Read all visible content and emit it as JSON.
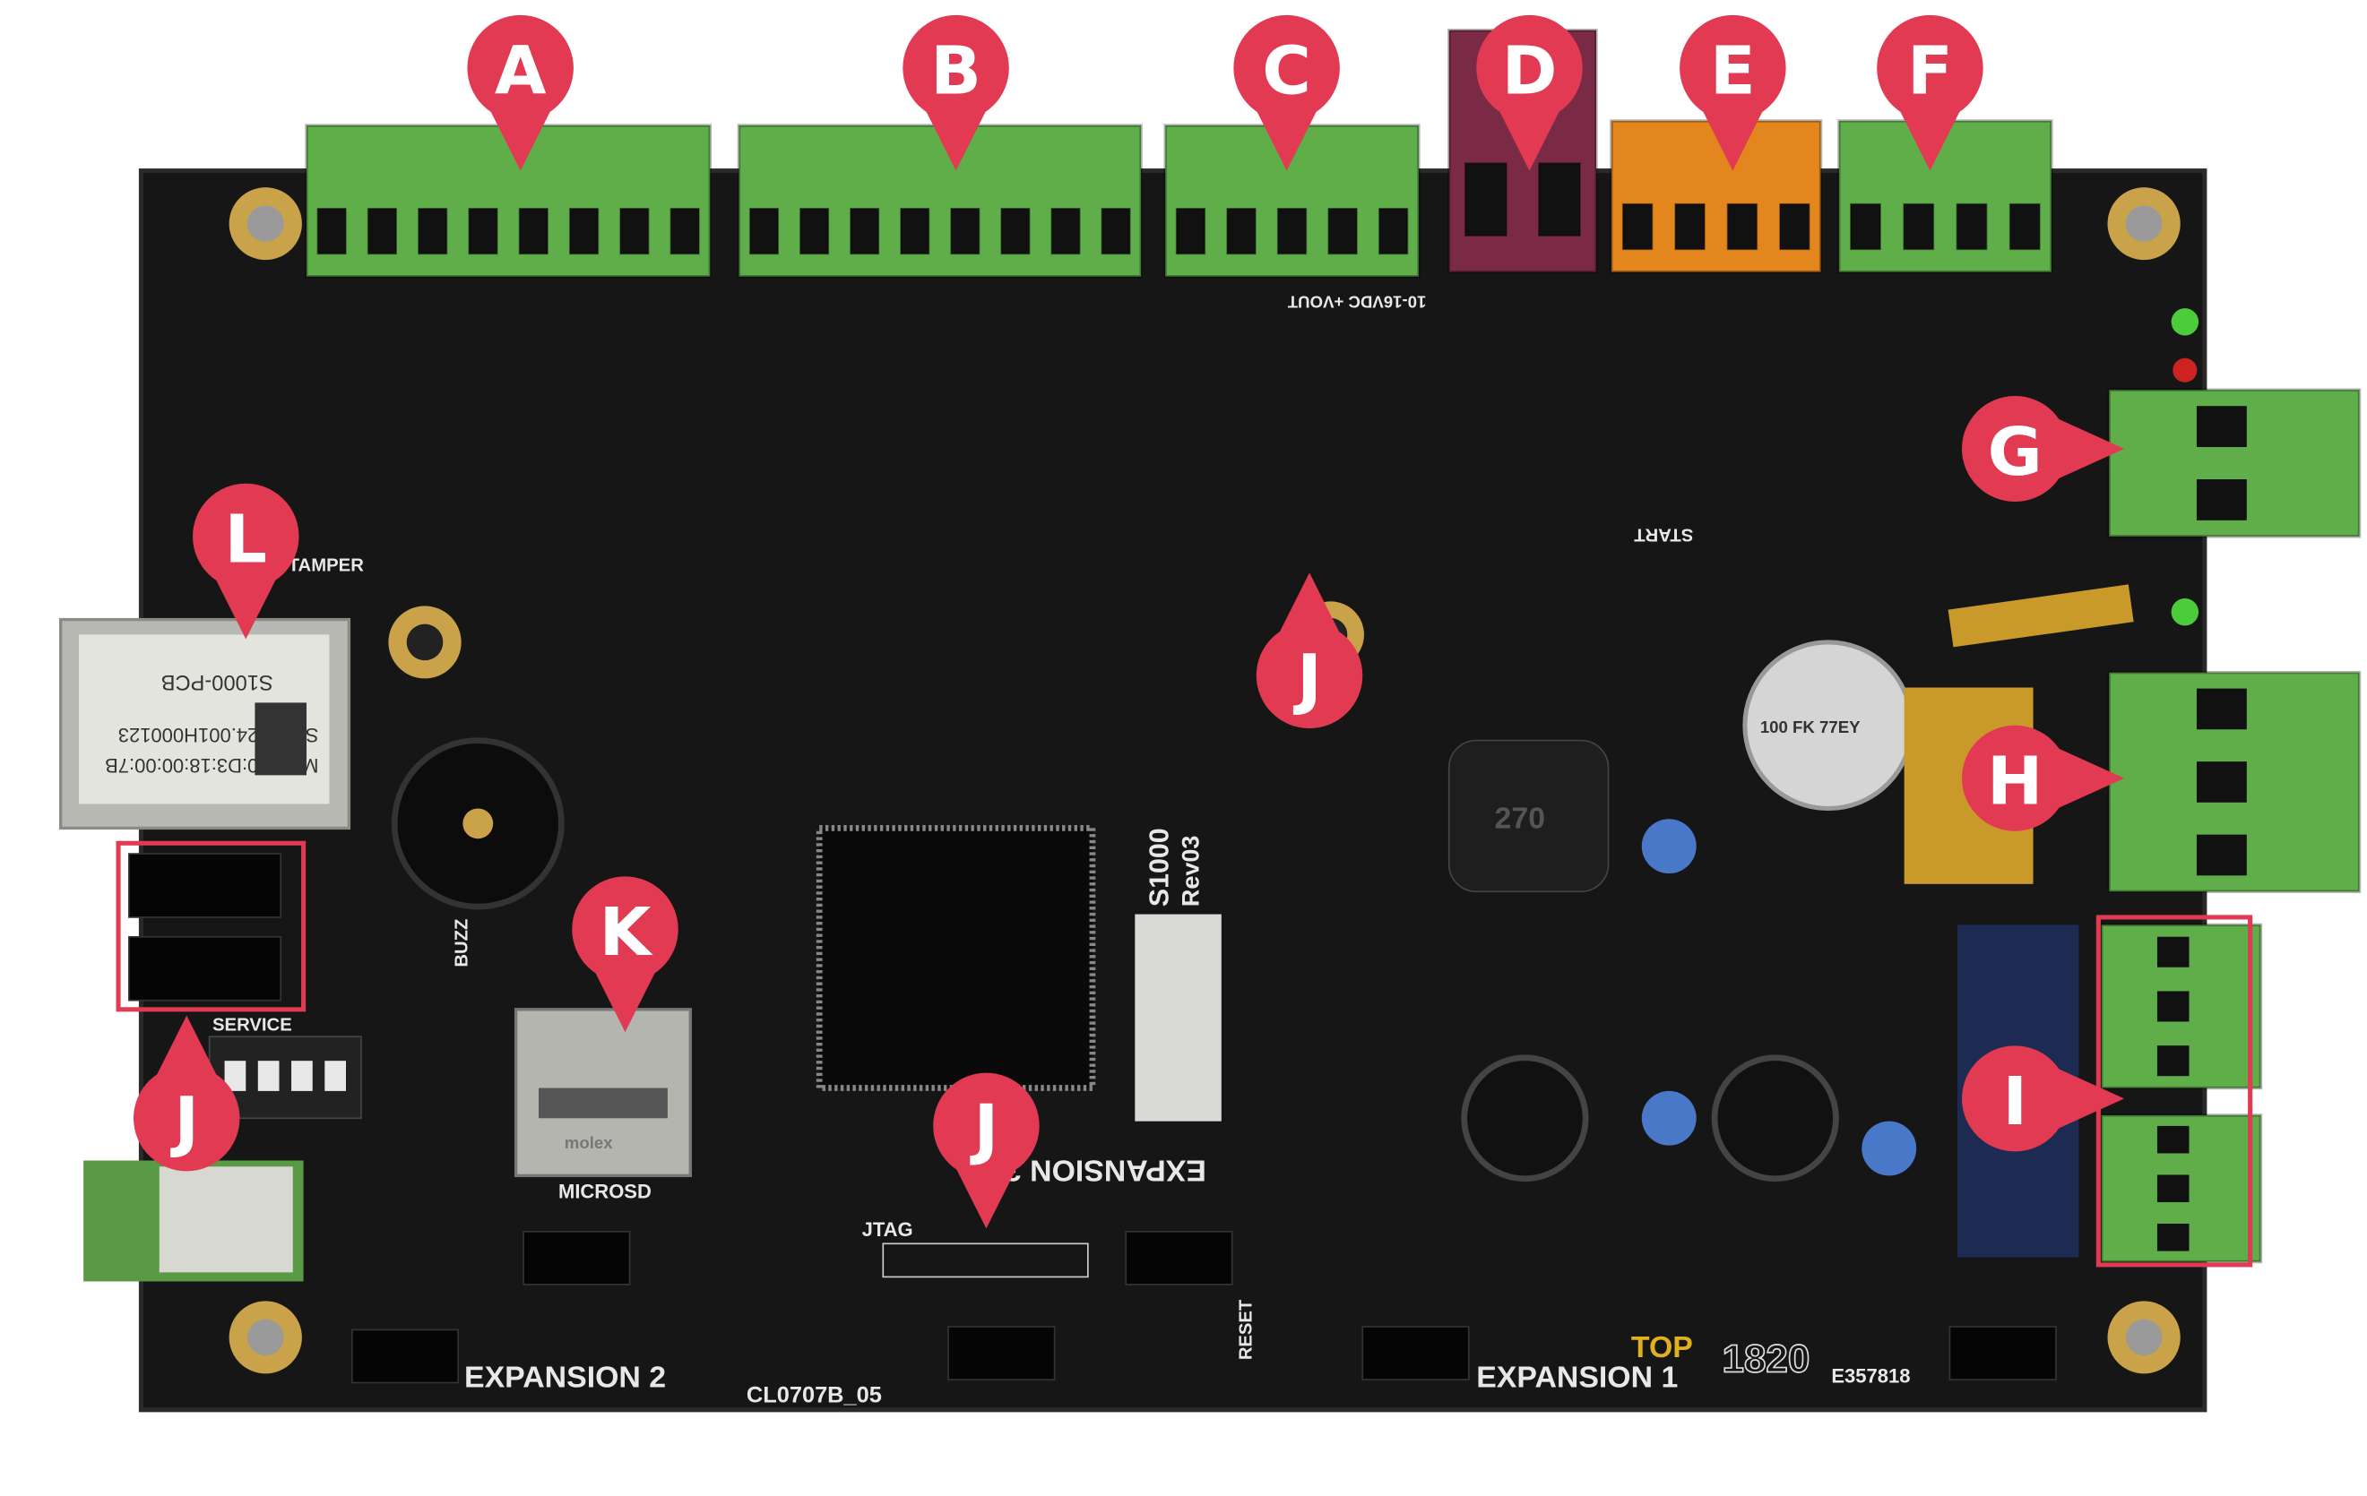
{
  "colors": {
    "board": "#161616",
    "terminal_green": "#5fae4a",
    "terminal_maroon": "#7a2a44",
    "terminal_orange": "#e3861e",
    "marker": "#e23a52",
    "highlight": "#e23a52",
    "gold": "#c9a24a"
  },
  "markers": [
    {
      "id": "A",
      "label": "A",
      "points": "down"
    },
    {
      "id": "B",
      "label": "B",
      "points": "down"
    },
    {
      "id": "C",
      "label": "C",
      "points": "down"
    },
    {
      "id": "D",
      "label": "D",
      "points": "down"
    },
    {
      "id": "E",
      "label": "E",
      "points": "down"
    },
    {
      "id": "F",
      "label": "F",
      "points": "down"
    },
    {
      "id": "G",
      "label": "G",
      "points": "right"
    },
    {
      "id": "H",
      "label": "H",
      "points": "right"
    },
    {
      "id": "I",
      "label": "I",
      "points": "right"
    },
    {
      "id": "J1",
      "label": "J",
      "points": "up"
    },
    {
      "id": "J2",
      "label": "J",
      "points": "up"
    },
    {
      "id": "J3",
      "label": "J",
      "points": "down"
    },
    {
      "id": "K",
      "label": "K",
      "points": "down"
    },
    {
      "id": "L",
      "label": "L",
      "points": "down"
    }
  ],
  "silkscreen": {
    "model": "S1000",
    "rev": "Rev03",
    "expansion1": "EXPANSION 1",
    "expansion2": "EXPANSION 2",
    "expansion3": "EXPANSION 3",
    "microsd": "MICROSD",
    "jtag": "JTAG",
    "pcb_code": "CL0707B_05",
    "top": "TOP",
    "serial_code": "E357818",
    "service": "SERVICE",
    "buzz": "BUZZ",
    "reset": "RESET",
    "start": "START",
    "tamper": "TAMPER",
    "date_code": "1820",
    "vout": "10-16VDC +VOUT",
    "molex": "molex"
  },
  "ethernet_label": {
    "mac": "MAC:00:D3:18:00:00:7B",
    "sn": "S/N:1824.001H000123",
    "product": "S1000-PCB"
  },
  "components": {
    "inductor1": "270",
    "capacitor": "100 FK 77EY"
  }
}
